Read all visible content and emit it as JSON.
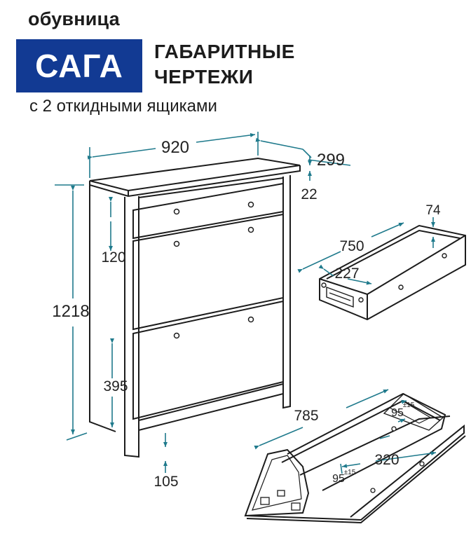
{
  "header": {
    "product_type": "обувница",
    "brand": "САГА",
    "title_line1": "ГАБАРИТНЫЕ",
    "title_line2": "ЧЕРТЕЖИ",
    "caption": "с 2 откидными ящиками"
  },
  "colors": {
    "brand_bg": "#123a93",
    "dimension_line": "#1f7a8c",
    "outline": "#1c1c1c"
  },
  "dimensions": {
    "width": "920",
    "depth": "299",
    "top_thickness": "22",
    "height": "1218",
    "drawer_height": "120",
    "flap_height": "395",
    "leg_height": "105",
    "drawer_length": "750",
    "drawer_depth": "227",
    "drawer_side": "74",
    "flap_length": "785",
    "flap_depth": "320",
    "flap_offset_top": "95",
    "flap_offset_top_tol": "±15",
    "flap_offset_bottom": "95",
    "flap_offset_bottom_tol": "±15"
  }
}
